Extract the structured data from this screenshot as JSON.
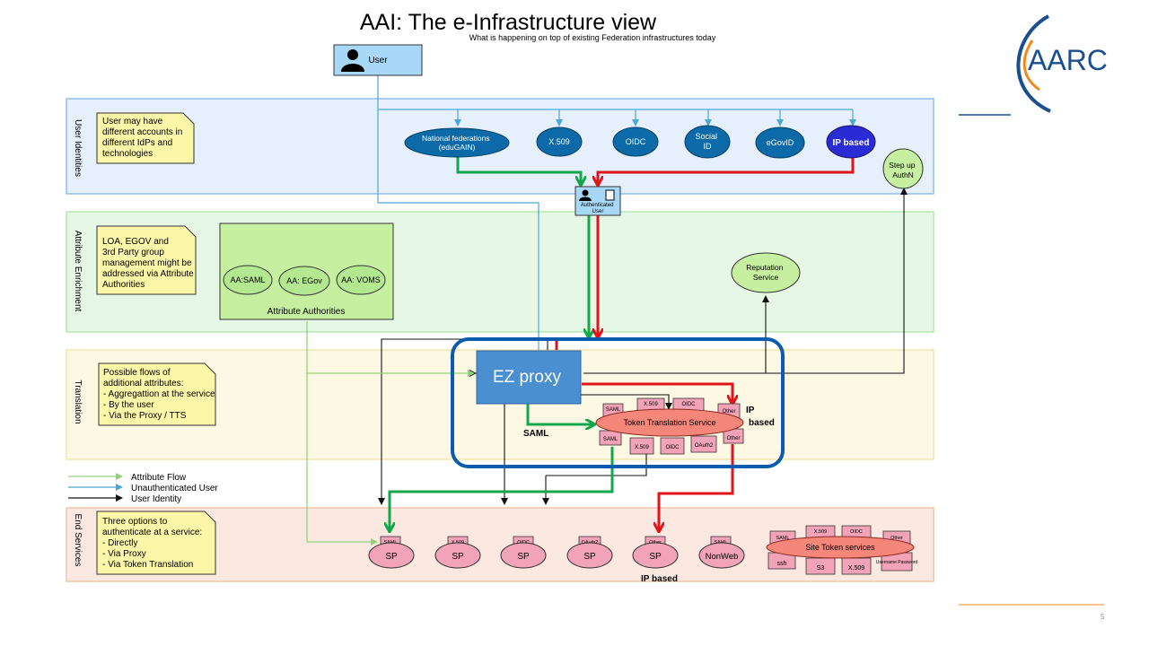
{
  "title": "AAI: The e-Infrastructure view",
  "subtitle": "What is happening on top of existing Federation infrastructures today",
  "logo_text": "AARC",
  "page_number": "5",
  "colors": {
    "band_identity": "#e6effc",
    "band_enrichment": "#e6f7e6",
    "band_translation": "#fdf8e3",
    "band_services": "#fbe9e1",
    "idp_blue": "#0b6aa7",
    "ip_based_blue": "#2b2bd6",
    "green_node": "#c6f0a0",
    "pink_node": "#f2a3b8",
    "token_service": "#f5877a",
    "ez_proxy": "#4a8fd0",
    "flow_green": "#12a84a",
    "flow_red": "#e0141a",
    "flow_black": "#111111",
    "flow_lightblue": "#4aa8d8",
    "highlight_border": "#0b5cae"
  },
  "bands": {
    "identities": "User Identities",
    "enrichment": "Attribute Enrichment",
    "translation": "Translation",
    "services": "End Services"
  },
  "user": {
    "label": "User"
  },
  "notes": {
    "identities": [
      "User may have",
      "different accounts in",
      "different IdPs and",
      "technologies"
    ],
    "enrichment": [
      "LOA, EGOV and",
      "3rd Party group",
      "management might be",
      "addressed via Attribute",
      "Authorities"
    ],
    "translation": [
      "Possible flows of",
      "additional attributes:",
      "- Aggregattion at the service",
      "- By the user",
      "- Via the Proxy / TTS"
    ],
    "services": [
      "Three options to",
      "authenticate at a service:",
      "- Directly",
      "- Via Proxy",
      "- Via Token Translation"
    ]
  },
  "idps": {
    "national": [
      "National federations",
      "(eduGAIN)"
    ],
    "x509": "X.509",
    "oidc": "OIDC",
    "social": [
      "Social",
      "ID"
    ],
    "egovid": "eGovID",
    "ipbased": "IP based"
  },
  "step_up": [
    "Step up",
    "AuthN"
  ],
  "authenticated_user": [
    "Authenticated",
    "User"
  ],
  "attribute_authorities": {
    "title": "Attribute Authorities",
    "items": [
      "AA:SAML",
      "AA: EGov",
      "AA: VOMS"
    ]
  },
  "reputation": [
    "Reputation",
    "Service"
  ],
  "ez_proxy": "EZ proxy",
  "tts": {
    "label": "Token Translation Service",
    "top_tags": [
      "SAML",
      "X.509",
      "OIDC",
      "Other"
    ],
    "bottom_tags": [
      "SAML",
      "X.509",
      "OIDC",
      "OAuth2",
      "Other"
    ]
  },
  "flow_labels": {
    "saml": "SAML",
    "ip_based_1": "IP",
    "ip_based_2": "based",
    "ip_based_sp": "IP based"
  },
  "legend": {
    "attribute_flow": "Attribute Flow",
    "unauthenticated": "Unauthenticated User",
    "user_identity": "User Identity"
  },
  "services": [
    {
      "tag": "SAML",
      "label": "SP"
    },
    {
      "tag": "X.509",
      "label": "SP"
    },
    {
      "tag": "OIDC",
      "label": "SP"
    },
    {
      "tag": "OAuth2",
      "label": "SP"
    },
    {
      "tag": "Other",
      "label": "SP"
    },
    {
      "tag": "SAML",
      "label": "NonWeb"
    }
  ],
  "site_token": {
    "label": "Site Token services",
    "top_tags": [
      "SAML",
      "X.509",
      "OIDC",
      "Other"
    ],
    "bottom_tags": [
      "ssh",
      "S3",
      "X.509",
      "Username Password"
    ]
  }
}
